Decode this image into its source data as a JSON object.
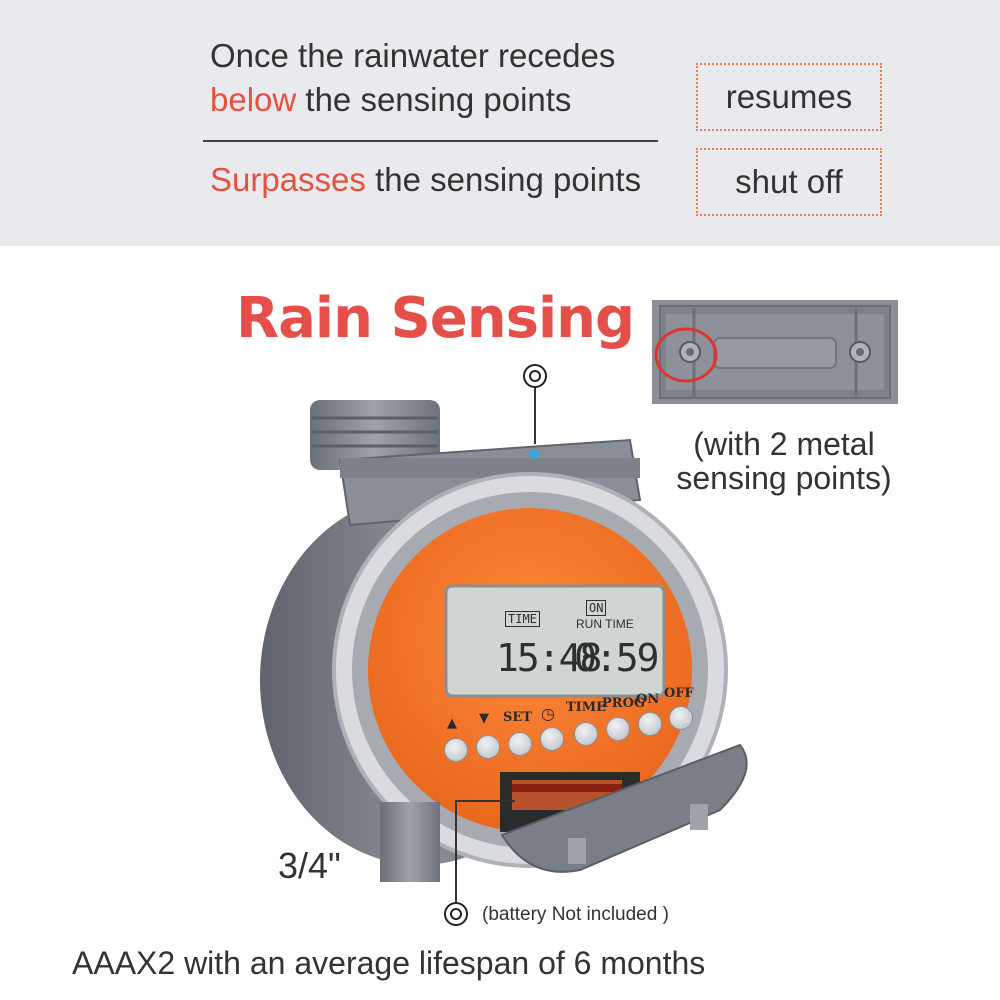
{
  "header": {
    "line1": "Once the rainwater recedes",
    "line2_highlight": "below",
    "line2_rest": " the sensing points",
    "line3_highlight": "Surpasses",
    "line3_rest": " the sensing points",
    "box_resumes": "resumes",
    "box_shutoff": "shut off"
  },
  "rain_sensing": {
    "title": "Rain Sensing",
    "caption_line1": "(with 2 metal",
    "caption_line2": "sensing points)"
  },
  "device": {
    "lcd_time_tag": "TIME",
    "lcd_on_tag": "ON",
    "lcd_runtime_label": "RUN TIME",
    "lcd_clock": "15:48",
    "lcd_run": "0:59",
    "buttons": [
      "▲",
      "▼",
      "SET",
      "◷",
      "TIME",
      "PROG",
      "ON",
      "OFF"
    ],
    "size_label": "3/4\""
  },
  "battery": {
    "note": "(battery Not included )",
    "spec": "AAAX2 with an average lifespan of 6 months"
  },
  "colors": {
    "accent_red": "#e54f4a",
    "device_orange": "#f07a2a",
    "device_gray": "#7b8089",
    "header_bg": "#e8eaed"
  }
}
